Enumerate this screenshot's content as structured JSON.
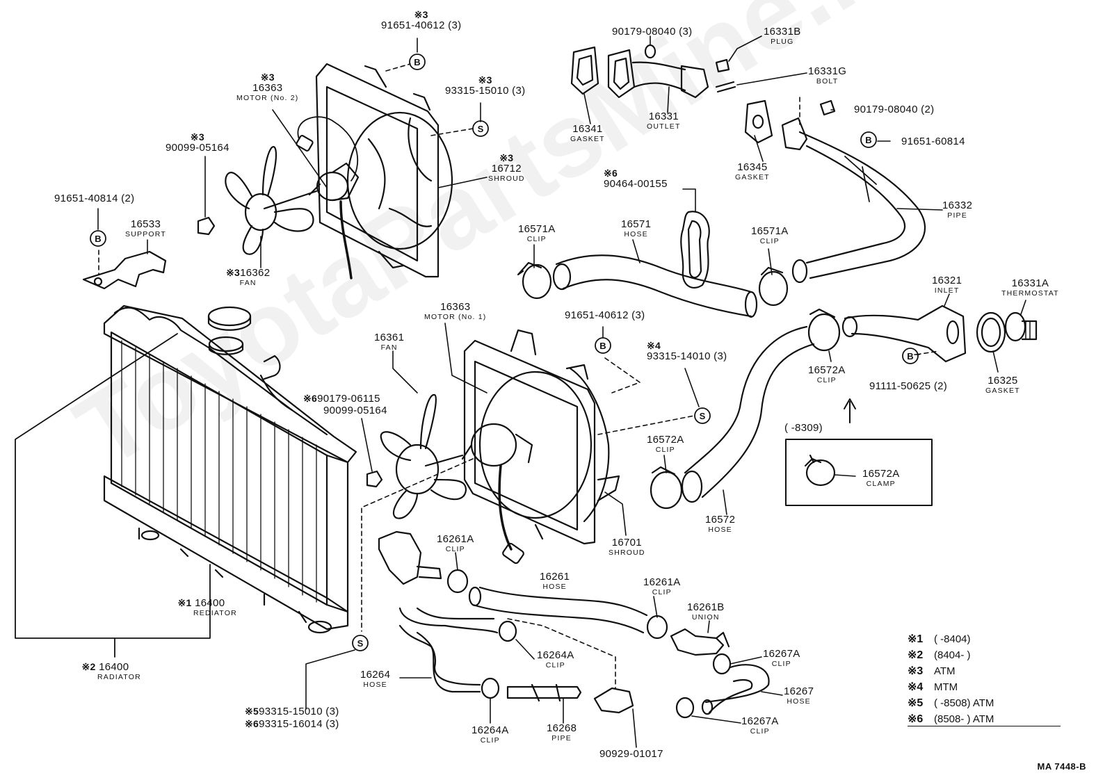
{
  "legend": [
    {
      "mark": "※1",
      "text": "(        -8404)"
    },
    {
      "mark": "※2",
      "text": "(8404-          )"
    },
    {
      "mark": "※3",
      "text": "ATM"
    },
    {
      "mark": "※4",
      "text": "MTM"
    },
    {
      "mark": "※5",
      "text": "(        -8508) ATM"
    },
    {
      "mark": "※6",
      "text": "(8508-          ) ATM"
    }
  ],
  "inset_range": "(        -8309)",
  "diagram_code": "MA 7448-B",
  "watermark": "ToyotaPartsMine.ru",
  "labels": {
    "p_91651_40612_top": {
      "mark": "※3",
      "num": "91651-40612 (3)"
    },
    "p_93315_15010": {
      "mark": "※3",
      "num": "93315-15010 (3)"
    },
    "p_16363_no2": {
      "mark": "※3",
      "num": "16363",
      "name": "MOTOR (No. 2)"
    },
    "p_16712": {
      "mark": "※3",
      "num": "16712",
      "name": "SHROUD"
    },
    "p_90099_05164_top": {
      "mark": "※3",
      "num": "90099-05164"
    },
    "p_16362": {
      "mark": "※3",
      "num": "16362",
      "name": "FAN"
    },
    "p_91651_40814": {
      "num": "91651-40814 (2)"
    },
    "p_16533": {
      "num": "16533",
      "name": "SUPPORT"
    },
    "p_90179_08040_3": {
      "num": "90179-08040 (3)"
    },
    "p_16341": {
      "num": "16341",
      "name": "GASKET"
    },
    "p_16331": {
      "num": "16331",
      "name": "OUTLET"
    },
    "p_16331B": {
      "num": "16331B",
      "name": "PLUG"
    },
    "p_16331G": {
      "num": "16331G",
      "name": "BOLT"
    },
    "p_90179_08040_2": {
      "num": "90179-08040 (2)"
    },
    "p_91651_60814": {
      "num": "91651-60814"
    },
    "p_16345": {
      "num": "16345",
      "name": "GASKET"
    },
    "p_90464_00155": {
      "mark": "※6",
      "num": "90464-00155"
    },
    "p_16332": {
      "num": "16332",
      "name": "PIPE"
    },
    "p_16571A_left": {
      "num": "16571A",
      "name": "CLIP"
    },
    "p_16571": {
      "num": "16571",
      "name": "HOSE"
    },
    "p_16571A_right": {
      "num": "16571A",
      "name": "CLIP"
    },
    "p_16321": {
      "num": "16321",
      "name": "INLET"
    },
    "p_16331A": {
      "num": "16331A",
      "name": "THERMOSTAT"
    },
    "p_16363_no1": {
      "num": "16363",
      "name": "MOTOR (No. 1)"
    },
    "p_16361": {
      "num": "16361",
      "name": "FAN"
    },
    "p_91651_40612_mid": {
      "num": "91651-40612 (3)"
    },
    "p_93315_14010": {
      "mark": "※4",
      "num": "93315-14010 (3)"
    },
    "p_16572A_top": {
      "num": "16572A",
      "name": "CLIP"
    },
    "p_91111_50625": {
      "num": "91111-50625 (2)"
    },
    "p_16325": {
      "num": "16325",
      "name": "GASKET"
    },
    "p_90179_06115": {
      "mark": "※6",
      "num": "90179-06115"
    },
    "p_90099_05164_mid": {
      "num": "90099-05164"
    },
    "p_16572A_mid": {
      "num": "16572A",
      "name": "CLIP"
    },
    "p_16572A_clamp": {
      "num": "16572A",
      "name": "CLAMP"
    },
    "p_16572": {
      "num": "16572",
      "name": "HOSE"
    },
    "p_16701": {
      "num": "16701",
      "name": "SHROUD"
    },
    "p_16261A_left": {
      "num": "16261A",
      "name": "CLIP"
    },
    "p_16261": {
      "num": "16261",
      "name": "HOSE"
    },
    "p_16261A_right": {
      "num": "16261A",
      "name": "CLIP"
    },
    "p_16261B": {
      "num": "16261B",
      "name": "UNION"
    },
    "p_16400_1": {
      "mark": "※1",
      "num": "16400",
      "name": "REDIATOR"
    },
    "p_16400_2": {
      "mark": "※2",
      "num": "16400",
      "name": "RADIATOR"
    },
    "p_16264A_top": {
      "num": "16264A",
      "name": "CLIP"
    },
    "p_16264": {
      "num": "16264",
      "name": "HOSE"
    },
    "p_16267A_top": {
      "num": "16267A",
      "name": "CLIP"
    },
    "p_16267": {
      "num": "16267",
      "name": "HOSE"
    },
    "p_16267A_bottom": {
      "num": "16267A",
      "name": "CLIP"
    },
    "p_93315_15010_5": {
      "mark": "※5",
      "num": "93315-15010 (3)"
    },
    "p_93315_16014_6": {
      "mark": "※6",
      "num": "93315-16014 (3)"
    },
    "p_16264A_bottom": {
      "num": "16264A",
      "name": "CLIP"
    },
    "p_16268": {
      "num": "16268",
      "name": "PIPE"
    },
    "p_90929_01017": {
      "num": "90929-01017"
    }
  }
}
